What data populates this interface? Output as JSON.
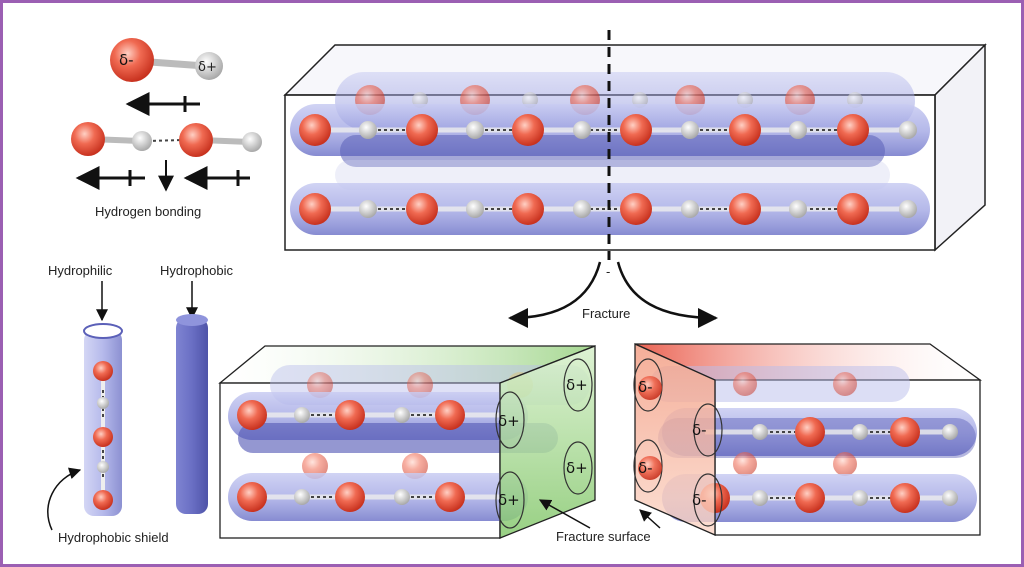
{
  "labels": {
    "hydrogen_bonding": "Hydrogen bonding",
    "hydrophilic": "Hydrophilic",
    "hydrophobic": "Hydrophobic",
    "hydrophobic_shield": "Hydrophobic shield",
    "fracture": "Fracture",
    "fracture_surface": "Fracture surface",
    "minus": "-"
  },
  "symbols": {
    "delta_minus": "δ-",
    "delta_plus": "δ+"
  },
  "colors": {
    "border": "#9b5fb3",
    "tube": "#8a8fd6",
    "oxygen": "#e8513f",
    "hydrogen": "#d9d9d9",
    "positive_face": "#8fd07a",
    "negative_face": "#f08a6e"
  }
}
